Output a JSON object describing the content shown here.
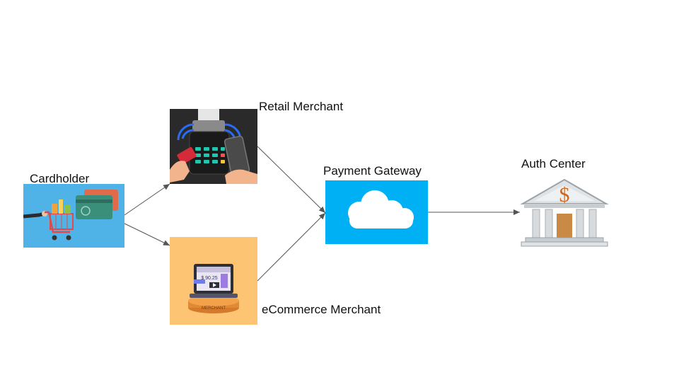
{
  "diagram": {
    "nodes": {
      "cardholder": {
        "label": "Cardholder",
        "bg": "#4fb3e8"
      },
      "retail": {
        "label": "Retail Merchant",
        "bg": "#2a2a2a"
      },
      "ecommerce": {
        "label": "eCommerce Merchant",
        "bg": "#fdc474",
        "badge": "MERCHANT",
        "screen_price": "$ 90.25"
      },
      "gateway": {
        "label": "Payment Gateway",
        "bg": "#00b0f5"
      },
      "auth": {
        "label": "Auth Center",
        "accent": "#c96a24"
      }
    },
    "edges": [
      {
        "from": "cardholder",
        "to": "retail"
      },
      {
        "from": "cardholder",
        "to": "ecommerce"
      },
      {
        "from": "retail",
        "to": "gateway"
      },
      {
        "from": "ecommerce",
        "to": "gateway"
      },
      {
        "from": "gateway",
        "to": "auth"
      }
    ],
    "edge_color": "#555555"
  }
}
